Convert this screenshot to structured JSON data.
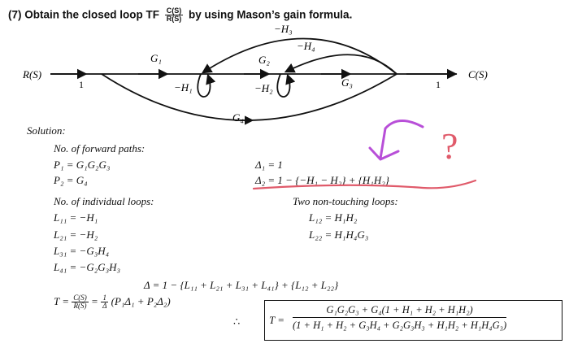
{
  "problem": {
    "label": "(7) Obtain the closed loop TF",
    "frac_num": "C(S)",
    "frac_den": "R(S)",
    "suffix": "by using Mason’s gain formula."
  },
  "graph": {
    "input": "R(S)",
    "output": "C(S)",
    "g1": "G₁",
    "g2": "G₂",
    "g3": "G₃",
    "g4": "G₄",
    "h1": "−H₁",
    "h2": "−H₂",
    "h3": "−H₃",
    "h4": "−H₄",
    "one_left": "1",
    "one_right": "1"
  },
  "solution": {
    "heading": "Solution:",
    "forward_heading": "No. of forward paths:",
    "p1": "P₁ = G₁G₂G₃",
    "p2": "P₂ = G₄",
    "d1": "Δ₁ = 1",
    "d2": "Δ₂ = 1 − {−H₁ − H₂} + {H₁H₂}",
    "loops_heading": "No. of individual loops:",
    "l11": "L₁₁ = −H₁",
    "l21": "L₂₁ = −H₂",
    "l31": "L₃₁ = −G₃H₄",
    "l41": "L₄₁ = −G₂G₃H₃",
    "nt_heading": "Two non-touching loops:",
    "l12": "L₁₂ = H₁H₂",
    "l22": "L₂₂ = H₁H₄G₃",
    "delta": "Δ = 1 − {L₁₁ + L₂₁ + L₃₁ + L₄₁} + {L₁₂ + L₂₂}",
    "t_lhs": "T =",
    "t_frac_num": "C(S)",
    "t_frac_den": "R(S)",
    "t_eq": "=",
    "t_one": "1",
    "t_delta": "Δ",
    "t_rhs": "(P₁Δ₁ + P₂Δ₂)",
    "therefore": "∴",
    "final_lhs": "T =",
    "final_num": "G₁G₂G₃ + G₄(1 + H₁ + H₂ + H₁H₂)",
    "final_den": "(1 + H₁ + H₂ + G₃H₄ + G₂G₃H₃ + H₁H₂ + H₁H₄G₃)"
  },
  "annotations": {
    "question_mark": "?",
    "pen_color": "#b84fd8",
    "underline_color": "#e05a6a"
  }
}
